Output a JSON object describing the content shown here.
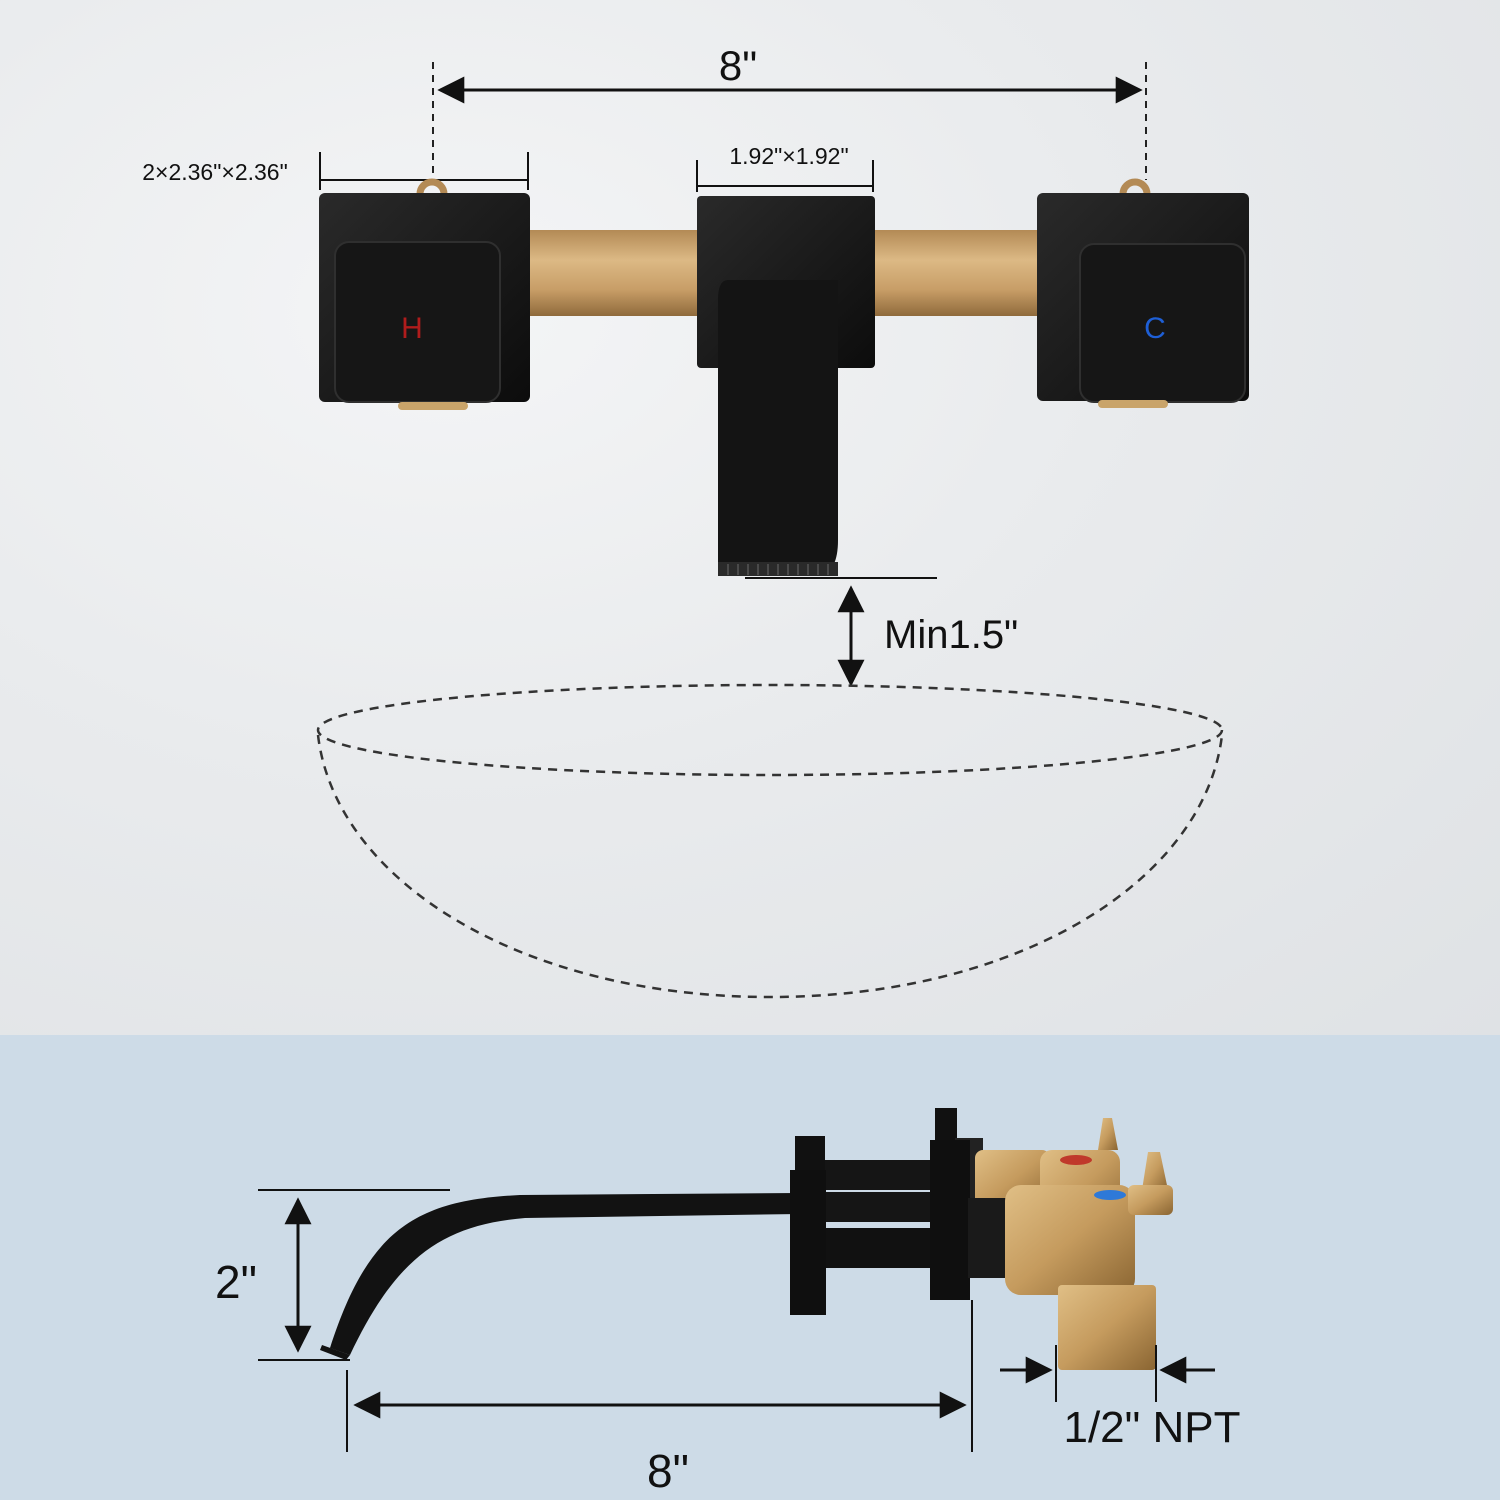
{
  "top_view": {
    "spread_label": "8\"",
    "handle_size_label": "2×2.36\"×2.36\"",
    "spout_plate_label": "1.92\"×1.92\"",
    "hot_mark": "H",
    "cold_mark": "C",
    "clearance_label": "Min1.5\""
  },
  "side_view": {
    "height_label": "2\"",
    "reach_label": "8\"",
    "connection_label": "1/2\" NPT"
  },
  "colors": {
    "matte_black": "#111111",
    "brass": "#c9a46a",
    "hot_red": "#b01c1c",
    "cold_blue": "#1e5fd6",
    "bottom_bg": "#cddbe7"
  }
}
